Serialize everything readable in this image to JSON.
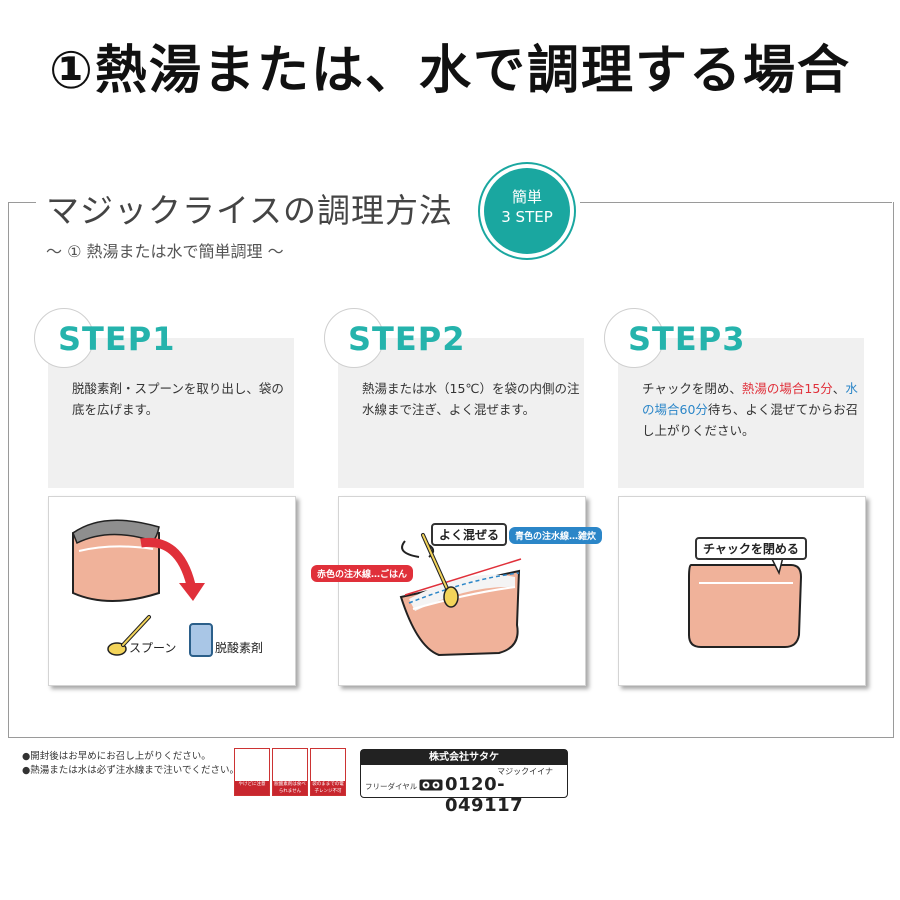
{
  "heading": "①熱湯または、水で調理する場合",
  "panel": {
    "title": "マジックライスの調理方法",
    "subtitle": "～ ① 熱湯または水で簡単調理 ～",
    "badge_line1": "簡単",
    "badge_line2": "3 STEP"
  },
  "steps": [
    {
      "label": "STEP1",
      "text": "脱酸素剤・スプーンを取り出し、袋の底を広げます。"
    },
    {
      "label": "STEP2",
      "text": "熱湯または水（15℃）を袋の内側の注水線まで注ぎ、よく混ぜます。"
    },
    {
      "label": "STEP3",
      "text_pre": "チャックを閉め、",
      "text_red": "熱湯の場合15分",
      "text_mid": "、",
      "text_blue": "水の場合60分",
      "text_post": "待ち、よく混ぜてからお召し上がりください。"
    }
  ],
  "illustrations": {
    "step1": {
      "spoon_label": "スプーン",
      "packet_label": "脱酸素剤"
    },
    "step2": {
      "mix_callout": "よく混ぜる",
      "red_tag": "赤色の注水線…ごはん",
      "blue_tag": "青色の注水線…雑炊"
    },
    "step3": {
      "zipper_callout": "チャックを閉める"
    }
  },
  "notes": [
    "●開封後はお早めにお召し上がりください。",
    "●熱湯または水は必ず注水線まで注いでください。"
  ],
  "warning_icons": [
    {
      "name": "やけどに注意",
      "icon": "burn-caution-icon"
    },
    {
      "name": "脱酸素剤は食べられません",
      "icon": "do-not-eat-icon"
    },
    {
      "name": "袋のままでの電子レンジ不可",
      "icon": "no-microwave-icon"
    }
  ],
  "company": {
    "name": "株式会社サタケ",
    "nickname": "マジックイイナ",
    "freedial_label": "フリーダイヤル",
    "phone": "0120-049117"
  },
  "colors": {
    "teal": "#25b3ac",
    "pouch": "#f0b29a",
    "red_accent": "#e0303a",
    "blue_accent": "#2b86c8"
  }
}
